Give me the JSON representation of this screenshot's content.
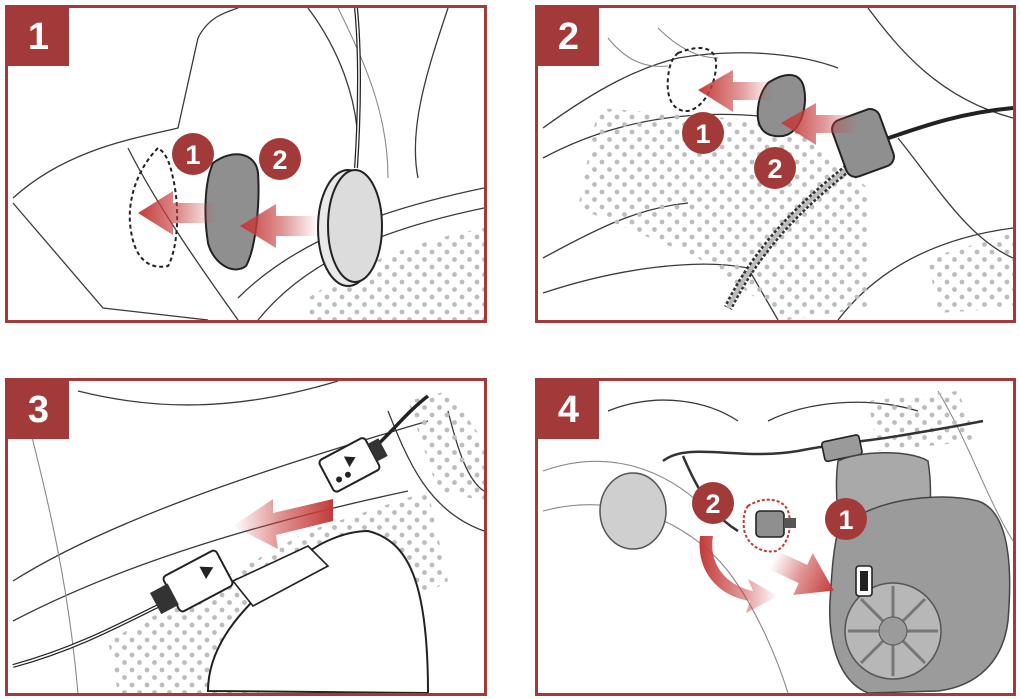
{
  "colors": {
    "accent": "#a33a3a",
    "arrow": "#c84040",
    "pad": "#8f8f8f",
    "dots": "#bdbdbd"
  },
  "panels": [
    {
      "step": "1",
      "markers": [
        "1",
        "2"
      ]
    },
    {
      "step": "2",
      "markers": [
        "1",
        "2"
      ]
    },
    {
      "step": "3"
    },
    {
      "step": "4",
      "markers": [
        "1",
        "2"
      ]
    }
  ]
}
